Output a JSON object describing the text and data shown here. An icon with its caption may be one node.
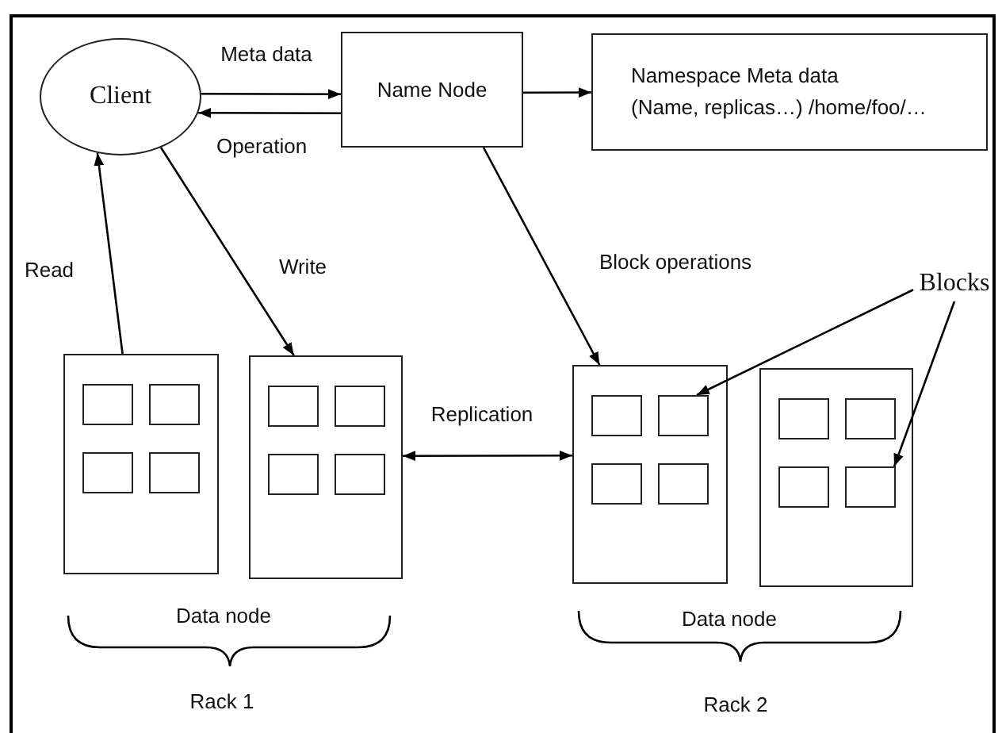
{
  "diagram": {
    "nodes": [
      {
        "text": [
          "Client"
        ]
      },
      {
        "text": [
          "Name Node"
        ]
      },
      {
        "text": [
          "Namespace Meta data",
          "(Name, replicas…) /home/foo/…"
        ]
      },
      {
        "text": [
          "Blocks"
        ]
      },
      {
        "text": [],
        "shape": "box"
      },
      {
        "text": [],
        "shape": "box",
        "in": 4
      },
      {
        "text": [],
        "shape": "box",
        "in": 4
      },
      {
        "text": [],
        "shape": "box",
        "in": 4
      },
      {
        "text": [],
        "shape": "box",
        "in": 4
      },
      {
        "text": [],
        "shape": "box"
      },
      {
        "text": [],
        "shape": "box",
        "in": 9
      },
      {
        "text": [],
        "shape": "box",
        "in": 9
      },
      {
        "text": [],
        "shape": "box",
        "in": 9
      },
      {
        "text": [],
        "shape": "box",
        "in": 9
      },
      {
        "text": [],
        "shape": "box"
      },
      {
        "text": [],
        "shape": "box",
        "in": 14
      },
      {
        "text": [],
        "shape": "box",
        "in": 14
      },
      {
        "text": [],
        "shape": "box",
        "in": 14
      },
      {
        "text": [],
        "shape": "box",
        "in": 14
      },
      {
        "text": [],
        "shape": "box"
      },
      {
        "text": [],
        "shape": "box",
        "in": 19
      },
      {
        "text": [],
        "shape": "box",
        "in": 19
      },
      {
        "text": [],
        "shape": "box",
        "in": 19
      },
      {
        "text": [],
        "shape": "box",
        "in": 19
      }
    ],
    "edges": [
      {
        "from": 0,
        "to": 1,
        "arrow": "to",
        "label": "Meta data"
      },
      {
        "from": 1,
        "to": 0,
        "arrow": "to",
        "label": "Operation"
      },
      {
        "from": 1,
        "to": 2,
        "arrow": "to"
      },
      {
        "from": 4,
        "to": 0,
        "arrow": "to",
        "label": "Read"
      },
      {
        "from": 0,
        "to": 9,
        "arrow": "to",
        "label": "Write"
      },
      {
        "from": 1,
        "to": 14,
        "arrow": "to",
        "label": "Block operations"
      },
      {
        "from": 9,
        "to": 14,
        "arrow": "both",
        "label": "Replication"
      },
      {
        "from": 3,
        "to": 16,
        "arrow": "to"
      },
      {
        "from": 3,
        "to": 23,
        "arrow": "to"
      }
    ],
    "labels": [
      "Data node",
      "Rack 1",
      "Data node",
      "Rack 2"
    ]
  }
}
